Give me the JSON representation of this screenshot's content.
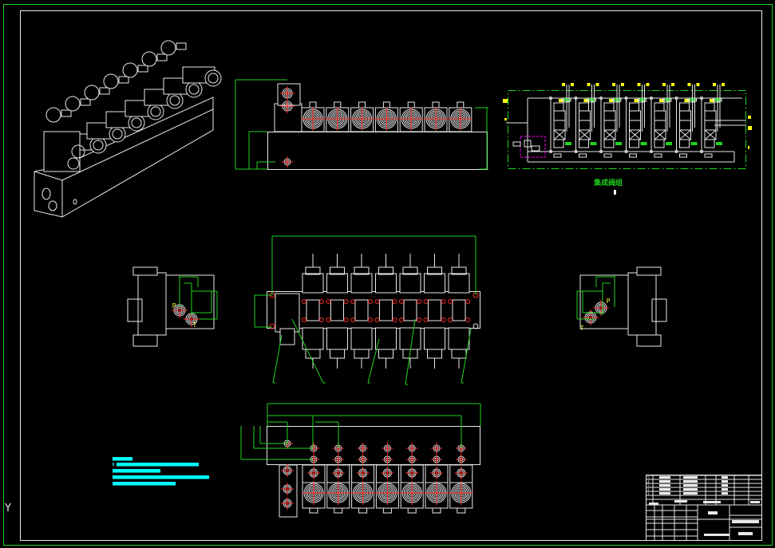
{
  "drawing": {
    "title": "集成阀组",
    "valve_count": 7,
    "views": [
      "isometric-view",
      "front-elevation",
      "hydraulic-schematic",
      "left-side-view",
      "top-plan-view",
      "right-side-view",
      "bottom-view"
    ],
    "port_labels": {
      "pressure": "P",
      "tank": "T"
    },
    "ucs_axis": "Y",
    "colors": {
      "background": "#000000",
      "geometry": "#e8e8e8",
      "dimension": "#1fd21f",
      "centerline": "#ff2a2a",
      "port_text": "#ffff33",
      "notes": "#00ffff",
      "group_outline": "#ff00ff"
    },
    "dimensions": {
      "front_height": "",
      "plan_overall": "",
      "bottom_overall": "",
      "bottom_pitch": ""
    },
    "balloons": [
      "",
      "",
      "",
      "",
      ""
    ],
    "notes_lines": 5,
    "title_block": {
      "revision_rows": [
        "5",
        "4",
        "3",
        "2",
        "1"
      ]
    }
  }
}
